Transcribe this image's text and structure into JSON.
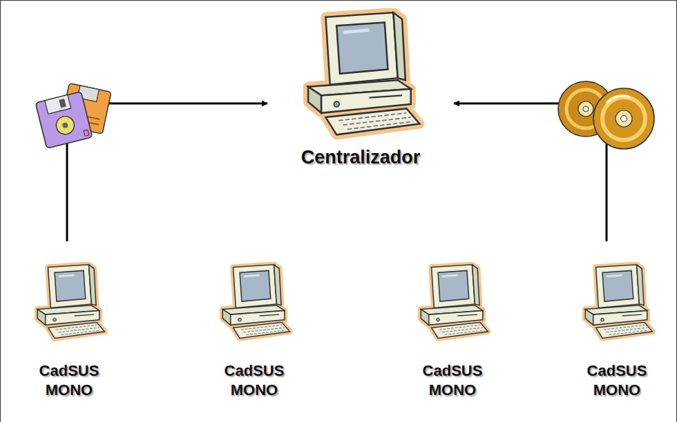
{
  "diagram": {
    "nodes": [
      {
        "text": [
          "Centralizador"
        ]
      },
      {
        "text": [
          "CadSUS MONO"
        ]
      },
      {
        "text": [
          "CadSUS MONO"
        ]
      },
      {
        "text": [
          "CadSUS MONO"
        ]
      },
      {
        "text": [
          "CadSUS MONO"
        ]
      }
    ],
    "edges": [
      {
        "from": 1,
        "to": 0,
        "arrow": "to"
      },
      {
        "from": 4,
        "to": 0,
        "arrow": "to"
      }
    ]
  }
}
